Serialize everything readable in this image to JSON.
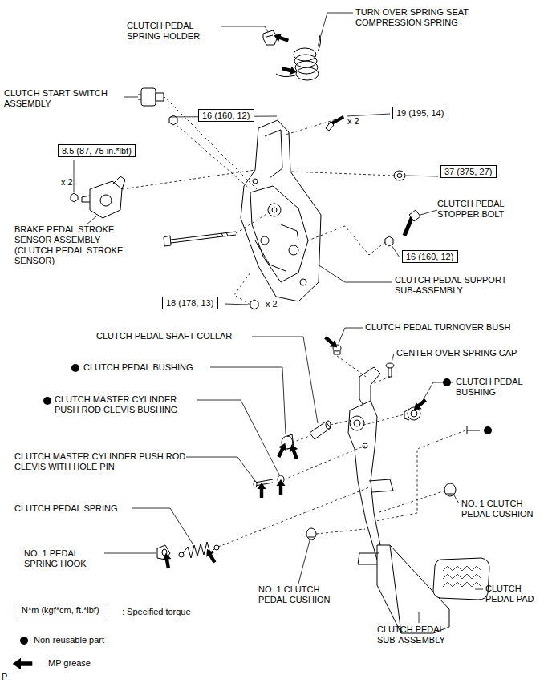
{
  "diagram": {
    "nodes": [
      {
        "text": [
          "16 (160, 12)"
        ]
      },
      {
        "text": [
          "19 (195, 14)"
        ]
      },
      {
        "text": [
          "8.5 (87, 75 in.*lbf)"
        ]
      },
      {
        "text": [
          "37 (375, 27)"
        ]
      },
      {
        "text": [
          "16 (160, 12)"
        ]
      },
      {
        "text": [
          "18 (178, 13)"
        ]
      },
      {
        "text": [
          "N*m (kgf*cm, ft.*lbf)"
        ]
      }
    ],
    "labels": [
      "CLUTCH PEDAL SPRING HOLDER",
      "TURN OVER SPRING SEAT COMPRESSION SPRING",
      "CLUTCH START SWITCH ASSEMBLY",
      "x 2",
      "x 2",
      "BRAKE PEDAL STROKE SENSOR ASSEMBLY (CLUTCH PEDAL STROKE SENSOR)",
      "CLUTCH PEDAL STOPPER BOLT",
      "CLUTCH PEDAL SUPPORT SUB-ASSEMBLY",
      "x 2",
      "CLUTCH PEDAL SHAFT COLLAR",
      "CLUTCH PEDAL TURNOVER BUSH",
      "CENTER OVER SPRING CAP",
      "CLUTCH PEDAL BUSHING",
      "CLUTCH PEDAL BUSHING",
      "CLUTCH MASTER CYLINDER PUSH ROD CLEVIS BUSHING",
      "CLUTCH MASTER CYLINDER PUSH ROD CLEVIS WITH HOLE PIN",
      "CLUTCH PEDAL SPRING",
      "NO. 1 CLUTCH PEDAL CUSHION",
      "NO. 1 PEDAL SPRING HOOK",
      "NO. 1 CLUTCH PEDAL CUSHION",
      "CLUTCH PEDAL PAD",
      "CLUTCH PEDAL SUB-ASSEMBLY",
      "P"
    ],
    "legend": [
      {
        "text": ": Specified torque"
      },
      {
        "text": "Non-reusable part"
      },
      {
        "text": "MP grease"
      }
    ]
  }
}
